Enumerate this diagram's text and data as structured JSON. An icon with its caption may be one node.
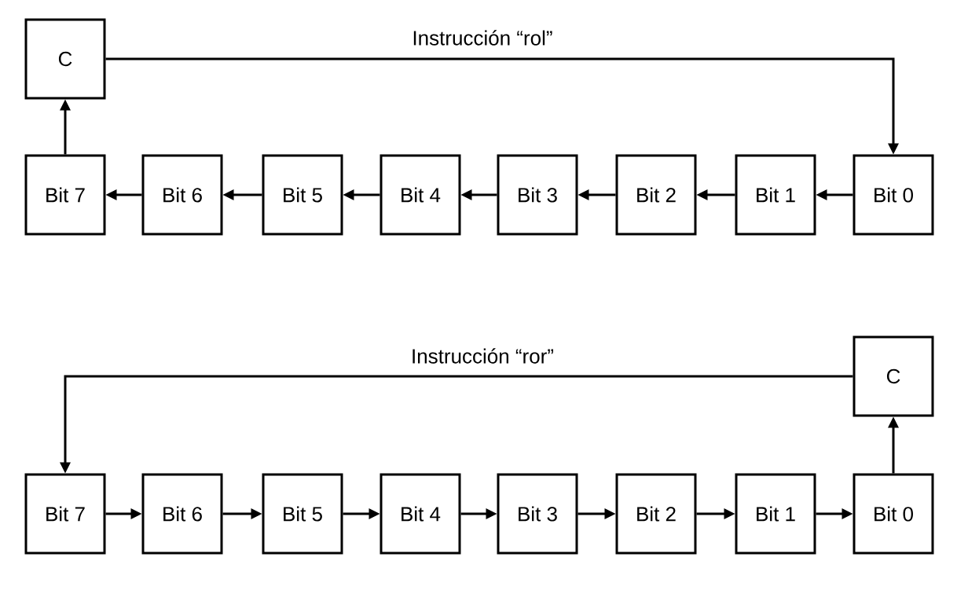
{
  "diagram": {
    "nodes": [
      {
        "text": [
          "C"
        ]
      },
      {
        "text": [
          "Bit 7"
        ]
      },
      {
        "text": [
          "Bit 6"
        ]
      },
      {
        "text": [
          "Bit 5"
        ]
      },
      {
        "text": [
          "Bit 4"
        ]
      },
      {
        "text": [
          "Bit 3"
        ]
      },
      {
        "text": [
          "Bit 2"
        ]
      },
      {
        "text": [
          "Bit 1"
        ]
      },
      {
        "text": [
          "Bit 0"
        ]
      },
      {
        "text": [
          "C"
        ]
      },
      {
        "text": [
          "Bit 7"
        ]
      },
      {
        "text": [
          "Bit 6"
        ]
      },
      {
        "text": [
          "Bit 5"
        ]
      },
      {
        "text": [
          "Bit 4"
        ]
      },
      {
        "text": [
          "Bit 3"
        ]
      },
      {
        "text": [
          "Bit 2"
        ]
      },
      {
        "text": [
          "Bit 1"
        ]
      },
      {
        "text": [
          "Bit 0"
        ]
      }
    ],
    "edges": [
      {
        "from": 0,
        "to": 8,
        "arrow": "to",
        "label": "Instrucción “rol”"
      },
      {
        "from": 8,
        "to": 7,
        "arrow": "to"
      },
      {
        "from": 7,
        "to": 6,
        "arrow": "to"
      },
      {
        "from": 6,
        "to": 5,
        "arrow": "to"
      },
      {
        "from": 5,
        "to": 4,
        "arrow": "to"
      },
      {
        "from": 4,
        "to": 3,
        "arrow": "to"
      },
      {
        "from": 3,
        "to": 2,
        "arrow": "to"
      },
      {
        "from": 2,
        "to": 1,
        "arrow": "to"
      },
      {
        "from": 1,
        "to": 0,
        "arrow": "to"
      },
      {
        "from": 9,
        "to": 10,
        "arrow": "to",
        "label": "Instrucción “ror”"
      },
      {
        "from": 10,
        "to": 11,
        "arrow": "to"
      },
      {
        "from": 11,
        "to": 12,
        "arrow": "to"
      },
      {
        "from": 12,
        "to": 13,
        "arrow": "to"
      },
      {
        "from": 13,
        "to": 14,
        "arrow": "to"
      },
      {
        "from": 14,
        "to": 15,
        "arrow": "to"
      },
      {
        "from": 15,
        "to": 16,
        "arrow": "to"
      },
      {
        "from": 16,
        "to": 17,
        "arrow": "to"
      },
      {
        "from": 17,
        "to": 9,
        "arrow": "to"
      }
    ]
  }
}
